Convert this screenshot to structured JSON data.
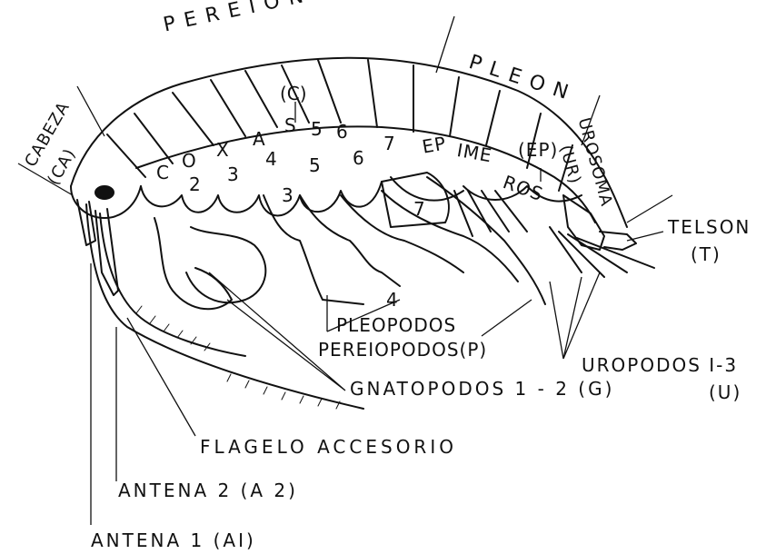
{
  "labels": {
    "pereion": "PEREION",
    "pleon": "PLEON",
    "cabeza": "CABEZA",
    "cabeza_abbr": "(CA)",
    "urosoma": "UROSOMA",
    "urosoma_abbr": "(UR)",
    "telson": "TELSON",
    "telson_abbr": "(T)",
    "coxa_c": "(C)",
    "coxa_letters": [
      "C",
      "O",
      "X",
      "A",
      "S"
    ],
    "coxa_numbers": [
      "2",
      "3",
      "4",
      "5",
      "6"
    ],
    "pereion_numbers": [
      "3",
      "5",
      "6",
      "7"
    ],
    "segment_top_numbers": [
      "5",
      "6",
      "7"
    ],
    "epimeros_parts": [
      "EP",
      "IME",
      "ROS"
    ],
    "ep_abbr": "(EP)",
    "pereiopod_4": "4",
    "pleopodos": "PLEOPODOS",
    "pereiopodos": "PEREIOPODOS(P)",
    "gnatopodos": "GNATOPODOS 1 - 2 (G)",
    "uropodos": "UROPODOS I-3",
    "uropodos_abbr": "(U)",
    "flagelo": "FLAGELO ACCESORIO",
    "antena2": "ANTENA 2 (A 2)",
    "antena1": "ANTENA 1 (AI)"
  }
}
